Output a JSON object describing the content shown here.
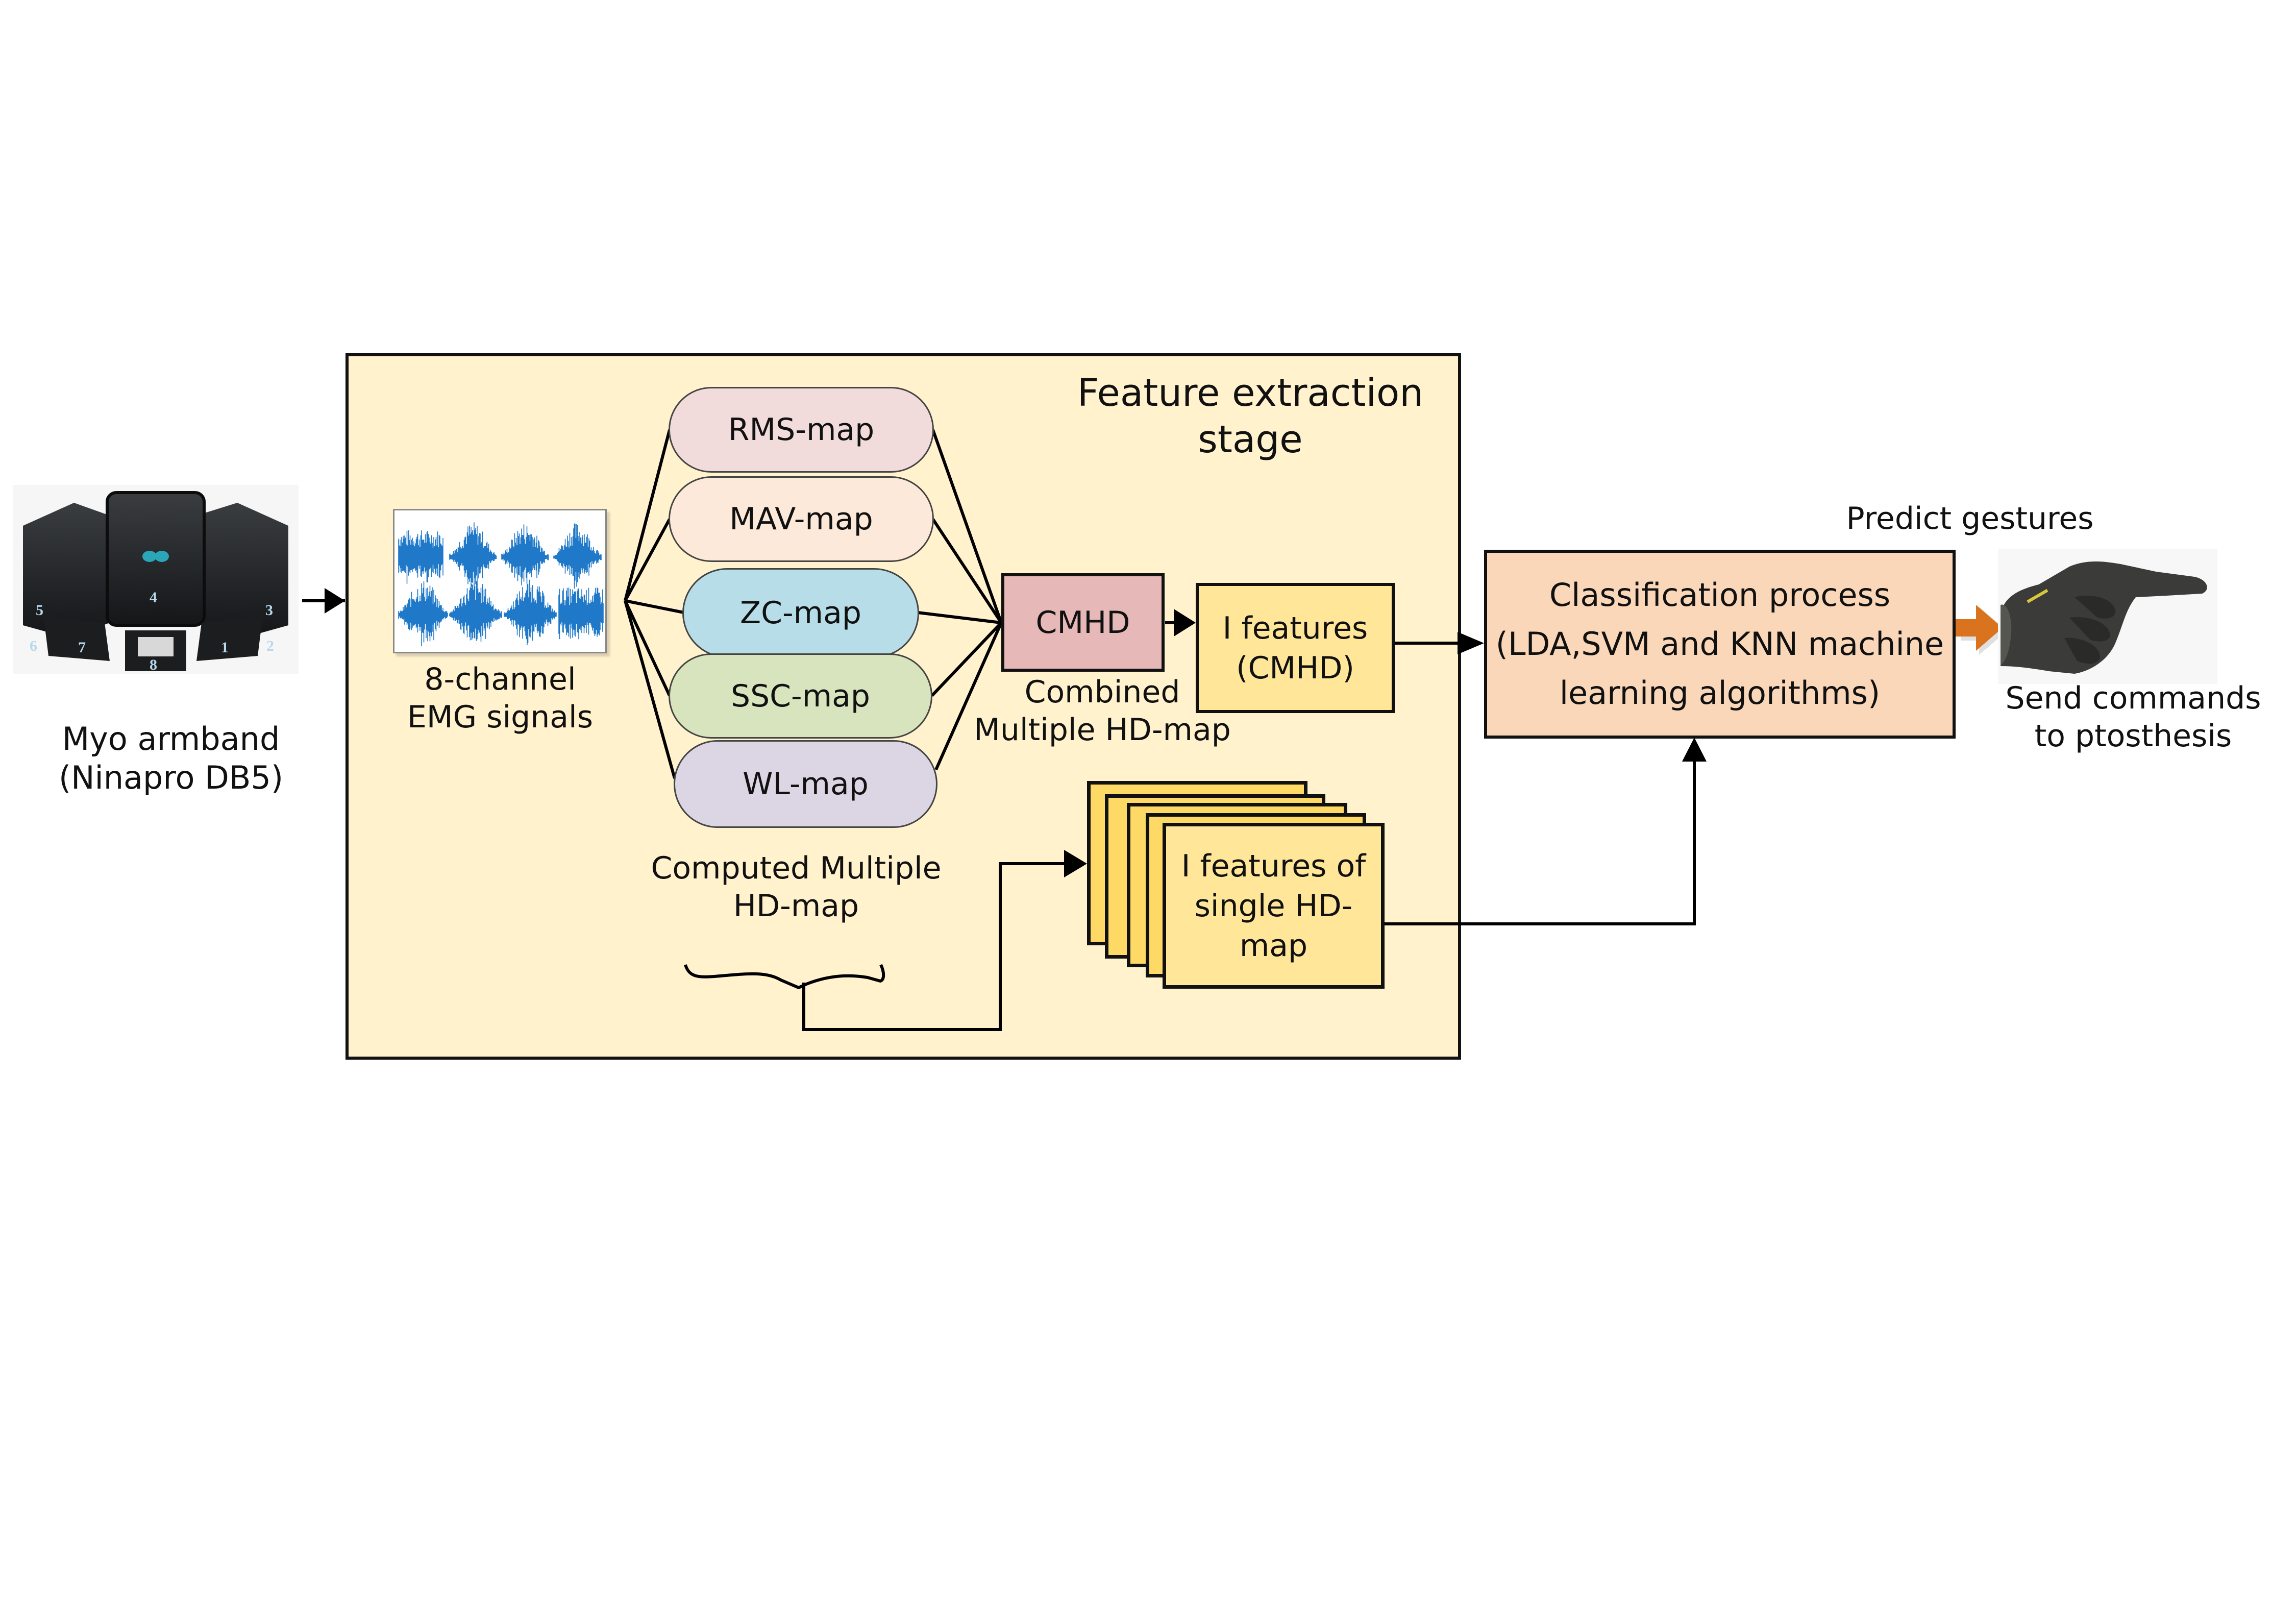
{
  "input": {
    "device_label_line1": "Myo armband",
    "device_label_line2": "(Ninapro DB5)",
    "channel_numbers": [
      "4",
      "5",
      "3",
      "6",
      "7",
      "8",
      "1",
      "2"
    ]
  },
  "stage": {
    "title_line1": "Feature extraction",
    "title_line2": "stage",
    "emg_label_line1": "8-channel",
    "emg_label_line2": "EMG signals",
    "maps": [
      {
        "label": "RMS-map",
        "color": "#f2dcdb"
      },
      {
        "label": "MAV-map",
        "color": "#fde9d9"
      },
      {
        "label": "ZC-map",
        "color": "#b7dde8"
      },
      {
        "label": "SSC-map",
        "color": "#d7e4bd"
      },
      {
        "label": "WL-map",
        "color": "#dcd6e4"
      }
    ],
    "maps_caption_line1": "Computed Multiple",
    "maps_caption_line2": "HD-map",
    "cmhd": {
      "label": "CMHD",
      "color": "#e6b9b8"
    },
    "cmhd_caption_line1": "Combined",
    "cmhd_caption_line2": "Multiple HD-map",
    "features_cmhd": {
      "line1": "I features",
      "line2": "(CMHD)",
      "color": "#ffe699"
    },
    "features_single": {
      "line1": "I features of",
      "line2": "single HD-",
      "line3": "map",
      "color": "#ffe699",
      "stack_count": 5
    },
    "background": "#fff2cd"
  },
  "classification": {
    "line1": "Classification process",
    "line2": "(LDA,SVM and KNN machine",
    "line3": "learning algorithms)",
    "color": "#fad7b9"
  },
  "output": {
    "predict_label": "Predict gestures",
    "send_label_line1": "Send commands",
    "send_label_line2": "to ptosthesis",
    "arrow_color": "#d9731e"
  }
}
